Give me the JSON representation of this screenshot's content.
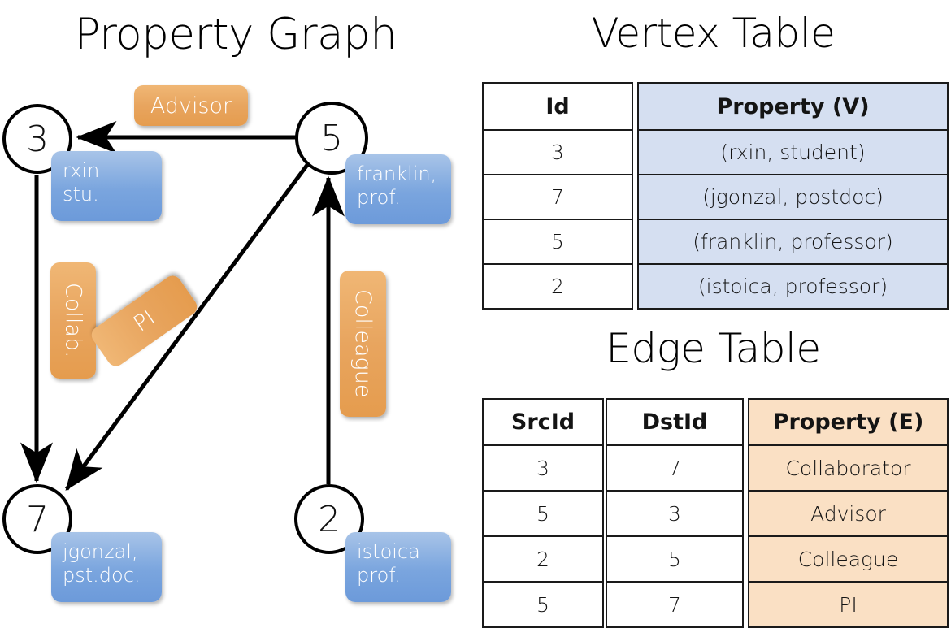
{
  "titles": {
    "property_graph": "Property Graph",
    "vertex_table": "Vertex Table",
    "edge_table": "Edge Table"
  },
  "graph": {
    "nodes": [
      {
        "id": "3",
        "property": "rxin\nstu."
      },
      {
        "id": "5",
        "property": "franklin,\nprof."
      },
      {
        "id": "7",
        "property": "jgonzal,\npst.doc."
      },
      {
        "id": "2",
        "property": "istoica\nprof."
      }
    ],
    "node_labels": {
      "n3": "3",
      "n5": "5",
      "n7": "7",
      "n2": "2"
    },
    "property_boxes": {
      "rxin_line1": "rxin",
      "rxin_line2": "stu.",
      "franklin_line1": "franklin,",
      "franklin_line2": "prof.",
      "jgonzal_line1": "jgonzal,",
      "jgonzal_line2": "pst.doc.",
      "istoica_line1": "istoica",
      "istoica_line2": "prof."
    },
    "edge_labels": {
      "advisor": "Advisor",
      "collab": "Collab.",
      "pi": "PI",
      "colleague": "Colleague"
    },
    "edges": [
      {
        "src": "5",
        "dst": "3",
        "label": "Advisor"
      },
      {
        "src": "3",
        "dst": "7",
        "label": "Collab."
      },
      {
        "src": "5",
        "dst": "7",
        "label": "PI"
      },
      {
        "src": "2",
        "dst": "5",
        "label": "Colleague"
      }
    ]
  },
  "vertex_table": {
    "headers": {
      "id": "Id",
      "property": "Property (V)"
    },
    "rows": [
      {
        "id": "3",
        "property": "(rxin, student)"
      },
      {
        "id": "7",
        "property": "(jgonzal, postdoc)"
      },
      {
        "id": "5",
        "property": "(franklin, professor)"
      },
      {
        "id": "2",
        "property": "(istoica, professor)"
      }
    ]
  },
  "edge_table": {
    "headers": {
      "src": "SrcId",
      "dst": "DstId",
      "property": "Property (E)"
    },
    "rows": [
      {
        "src": "3",
        "dst": "7",
        "property": "Collaborator"
      },
      {
        "src": "5",
        "dst": "3",
        "property": "Advisor"
      },
      {
        "src": "2",
        "dst": "5",
        "property": "Colleague"
      },
      {
        "src": "5",
        "dst": "7",
        "property": "PI"
      }
    ]
  },
  "colors": {
    "vertex_property_fill": "#d5dff1",
    "edge_property_fill": "#fae0c4",
    "node_property_box": "#7aa5de",
    "edge_label_box": "#e8a55f",
    "stroke": "#000000"
  }
}
